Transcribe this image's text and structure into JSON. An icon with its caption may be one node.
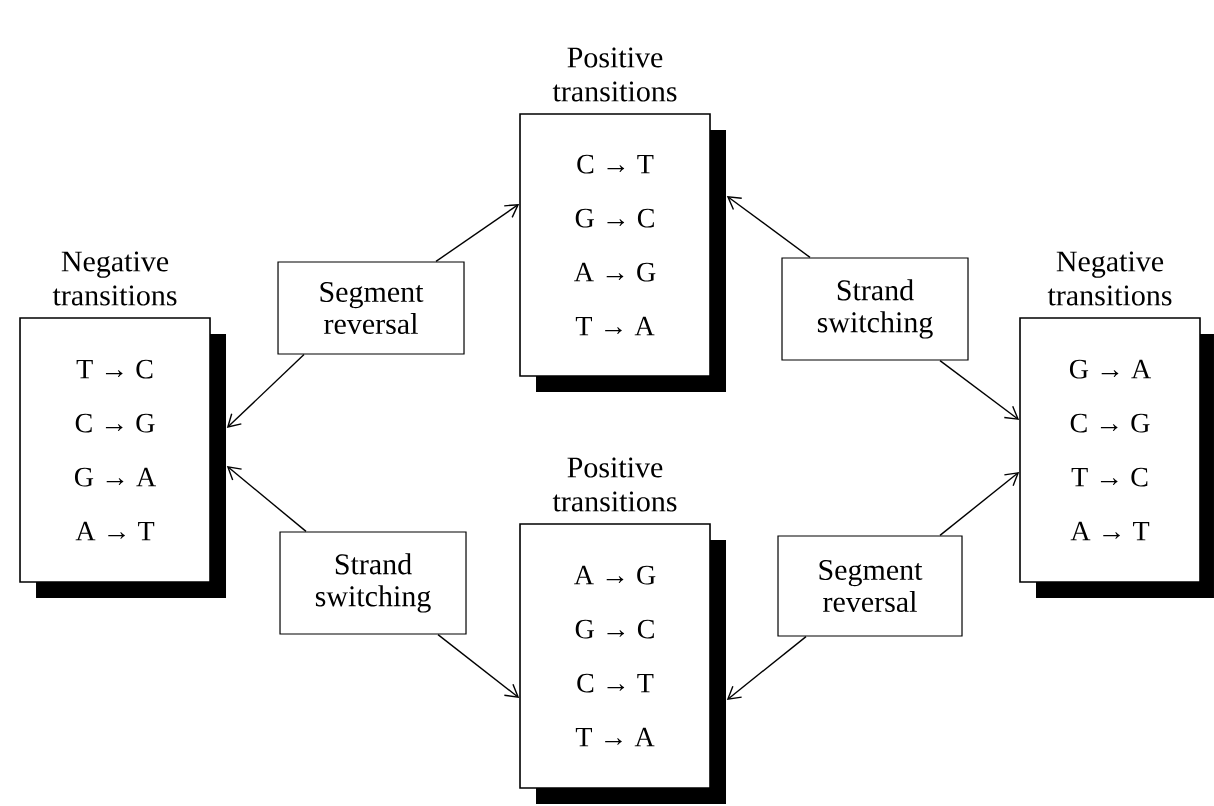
{
  "diagram": {
    "nodes": [
      {
        "text": [
          "Positive transitions",
          "C → T",
          "G → C",
          "A → G",
          "T → A"
        ]
      },
      {
        "text": [
          "Negative transitions",
          "T → C",
          "C → G",
          "G → A",
          "A → T"
        ]
      },
      {
        "text": [
          "Segment reversal"
        ]
      },
      {
        "text": [
          "Strand switching"
        ]
      },
      {
        "text": [
          "Negative transitions",
          "G → A",
          "C → G",
          "T → C",
          "A → T"
        ]
      },
      {
        "text": [
          "Strand switching"
        ]
      },
      {
        "text": [
          "Positive transitions",
          "A → G",
          "G → C",
          "C → T",
          "T → A"
        ]
      },
      {
        "text": [
          "Segment reversal"
        ]
      }
    ],
    "edges": [
      {
        "from": 2,
        "to": 0,
        "arrow": "to"
      },
      {
        "from": 2,
        "to": 1,
        "arrow": "to"
      },
      {
        "from": 3,
        "to": 0,
        "arrow": "to"
      },
      {
        "from": 3,
        "to": 4,
        "arrow": "to"
      },
      {
        "from": 5,
        "to": 1,
        "arrow": "to"
      },
      {
        "from": 5,
        "to": 6,
        "arrow": "to"
      },
      {
        "from": 7,
        "to": 6,
        "arrow": "to"
      },
      {
        "from": 7,
        "to": 4,
        "arrow": "to"
      }
    ]
  }
}
